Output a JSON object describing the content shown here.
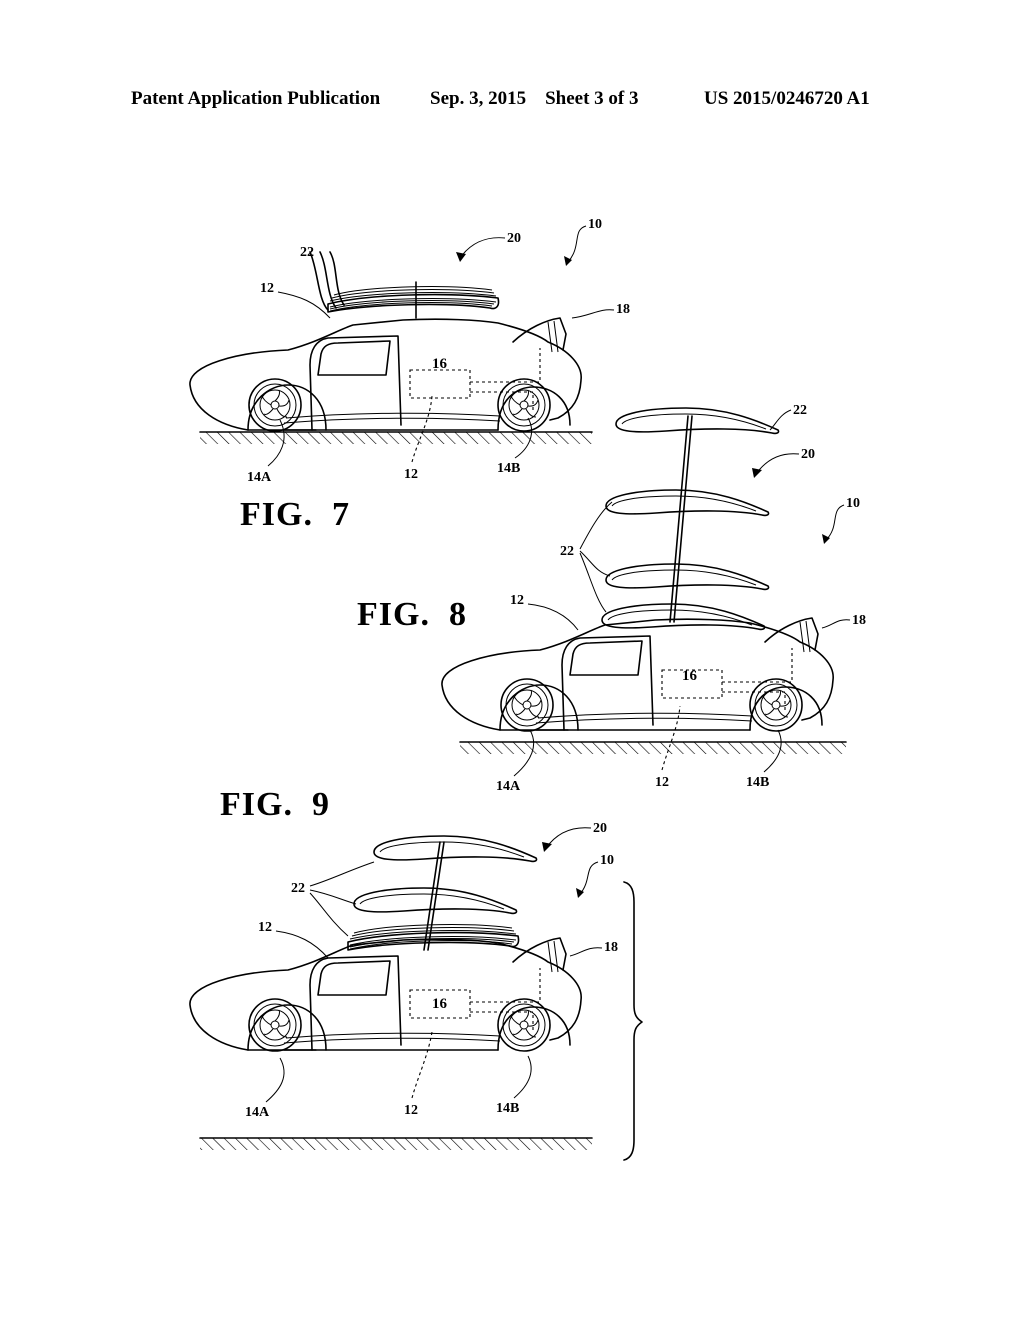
{
  "header": {
    "left": "Patent Application Publication",
    "middle": "Sep. 3, 2015    Sheet 3 of 3",
    "right": "US 2015/0246720 A1"
  },
  "figures": {
    "fig7": "FIG.  7",
    "fig8": "FIG.  8",
    "fig9": "FIG.  9"
  },
  "ref_labels": {
    "vehicle": "10",
    "body": "12",
    "front_wheel": "14A",
    "rear_wheel": "14B",
    "controller": "16",
    "fin": "18",
    "wing_assembly": "20",
    "wings": "22"
  }
}
